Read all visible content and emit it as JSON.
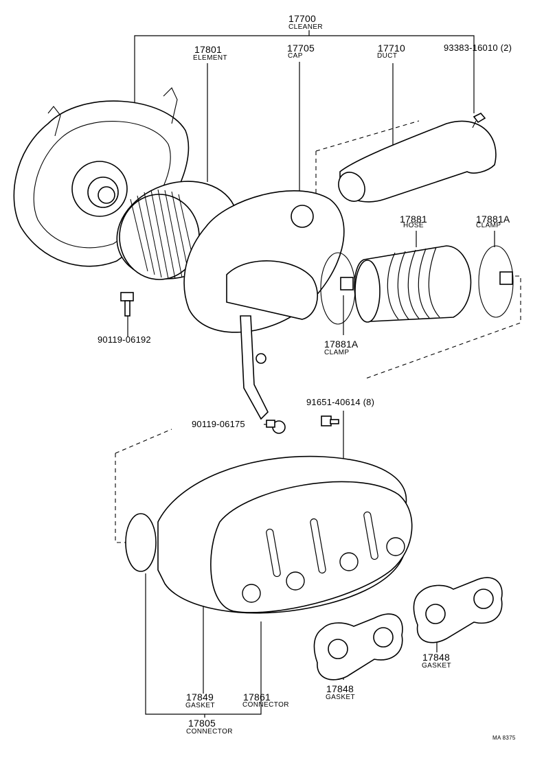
{
  "callouts": {
    "cleaner": {
      "number": "17700",
      "name": "CLEANER"
    },
    "element": {
      "number": "17801",
      "name": "ELEMENT"
    },
    "cap": {
      "number": "17705",
      "name": "CAP"
    },
    "duct": {
      "number": "17710",
      "name": "DUCT"
    },
    "bolt_duct": {
      "number": "93383-16010 (2)"
    },
    "hose": {
      "number": "17881",
      "name": "HOSE"
    },
    "clamp_right": {
      "number": "17881A",
      "name": "CLAMP"
    },
    "clamp_mid": {
      "number": "17881A",
      "name": "CLAMP"
    },
    "bolt_left": {
      "number": "90119-06192"
    },
    "bolt_bracket": {
      "number": "90119-06175"
    },
    "nut_manifold": {
      "number": "91651-40614 (8)"
    },
    "gasket_17849": {
      "number": "17849",
      "name": "GASKET"
    },
    "connector_17861": {
      "number": "17861",
      "name": "CONNECTOR"
    },
    "connector_17805": {
      "number": "17805",
      "name": "CONNECTOR"
    },
    "gasket_mid": {
      "number": "17848",
      "name": "GASKET"
    },
    "gasket_right": {
      "number": "17848",
      "name": "GASKET"
    }
  },
  "reference_code": "MA 8375"
}
